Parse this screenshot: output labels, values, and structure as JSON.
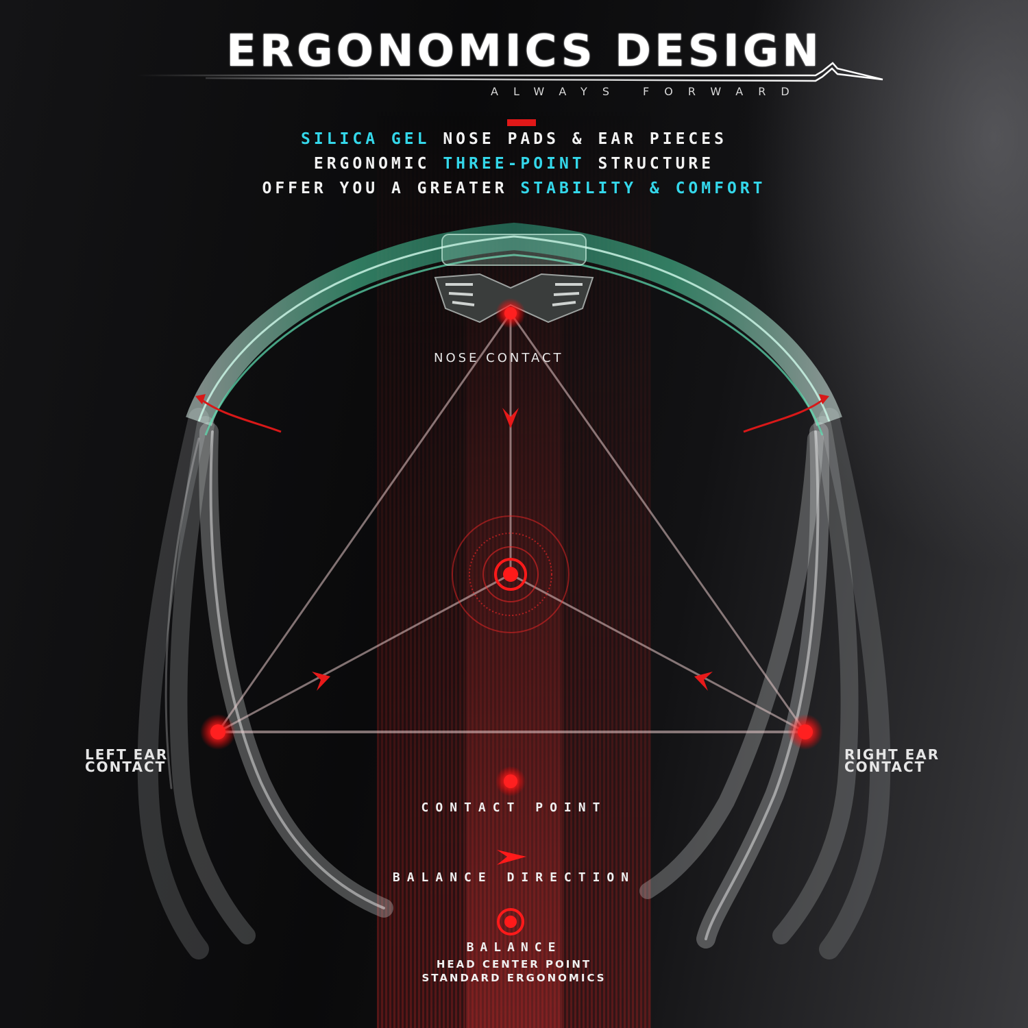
{
  "header": {
    "title": "ERGONOMICS DESIGN",
    "subtitle": "ALWAYS FORWARD"
  },
  "headline": {
    "line1": [
      {
        "text": "SILICA GEL",
        "highlight": true
      },
      {
        "text": " NOSE PADS & EAR PIECES",
        "highlight": false
      }
    ],
    "line2": [
      {
        "text": "ERGONOMIC ",
        "highlight": false
      },
      {
        "text": "THREE-POINT",
        "highlight": true
      },
      {
        "text": " STRUCTURE",
        "highlight": false
      }
    ],
    "line3": [
      {
        "text": "OFFER YOU A GREATER ",
        "highlight": false
      },
      {
        "text": "STABILITY & COMFORT",
        "highlight": true
      }
    ]
  },
  "diagram": {
    "nose_label": "NOSE CONTACT",
    "left_ear_label_1": "LEFT EAR",
    "left_ear_label_2": "CONTACT",
    "right_ear_label_1": "RIGHT EAR",
    "right_ear_label_2": "CONTACT"
  },
  "legend": {
    "contact_point": "CONTACT POINT",
    "balance_direction": "BALANCE DIRECTION",
    "balance": "BALANCE",
    "head_center": "HEAD CENTER POINT",
    "standard": "STANDARD ERGONOMICS"
  },
  "colors": {
    "accent_cyan": "#34d7ea",
    "accent_red": "#ff1a1a",
    "frame_green": "#3fd6a0",
    "background": "#0b0b0c"
  }
}
